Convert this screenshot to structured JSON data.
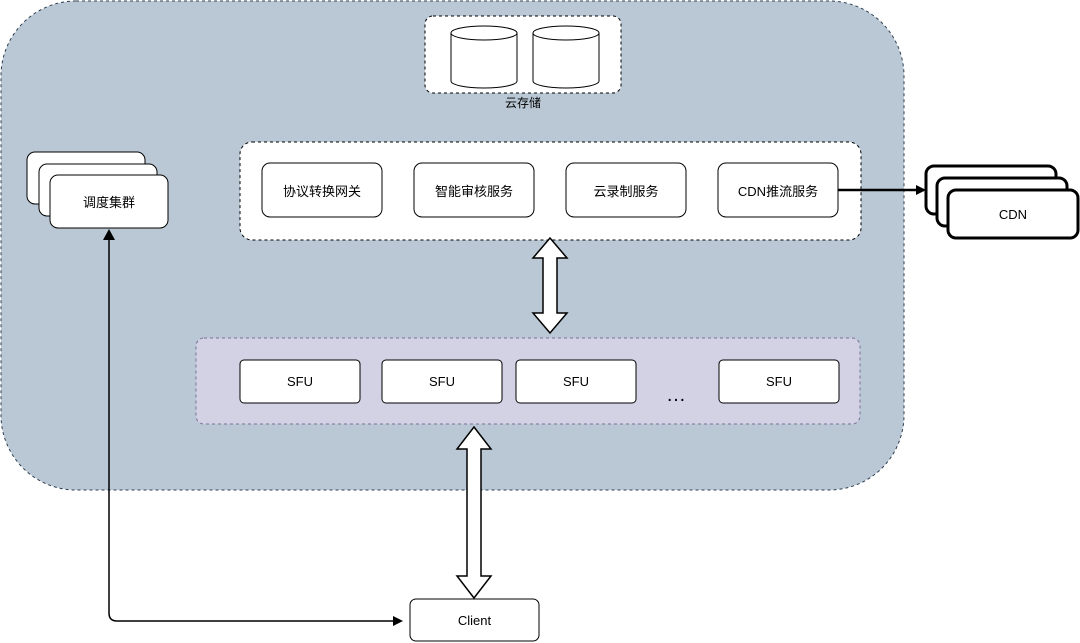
{
  "cloud_storage": {
    "label": "云存储"
  },
  "services": [
    {
      "label": "协议转换网关"
    },
    {
      "label": "智能审核服务"
    },
    {
      "label": "云录制服务"
    },
    {
      "label": "CDN推流服务"
    }
  ],
  "sfu_nodes": [
    {
      "label": "SFU"
    },
    {
      "label": "SFU"
    },
    {
      "label": "SFU"
    },
    {
      "label": "SFU"
    }
  ],
  "ellipsis": "…",
  "scheduler": {
    "label": "调度集群"
  },
  "cdn": {
    "label": "CDN"
  },
  "client": {
    "label": "Client"
  },
  "colors": {
    "cloud_fill": "#b9c8d4",
    "sfu_fill": "#d3d1e4",
    "box_fill": "#ffffff",
    "stroke": "#000000"
  }
}
